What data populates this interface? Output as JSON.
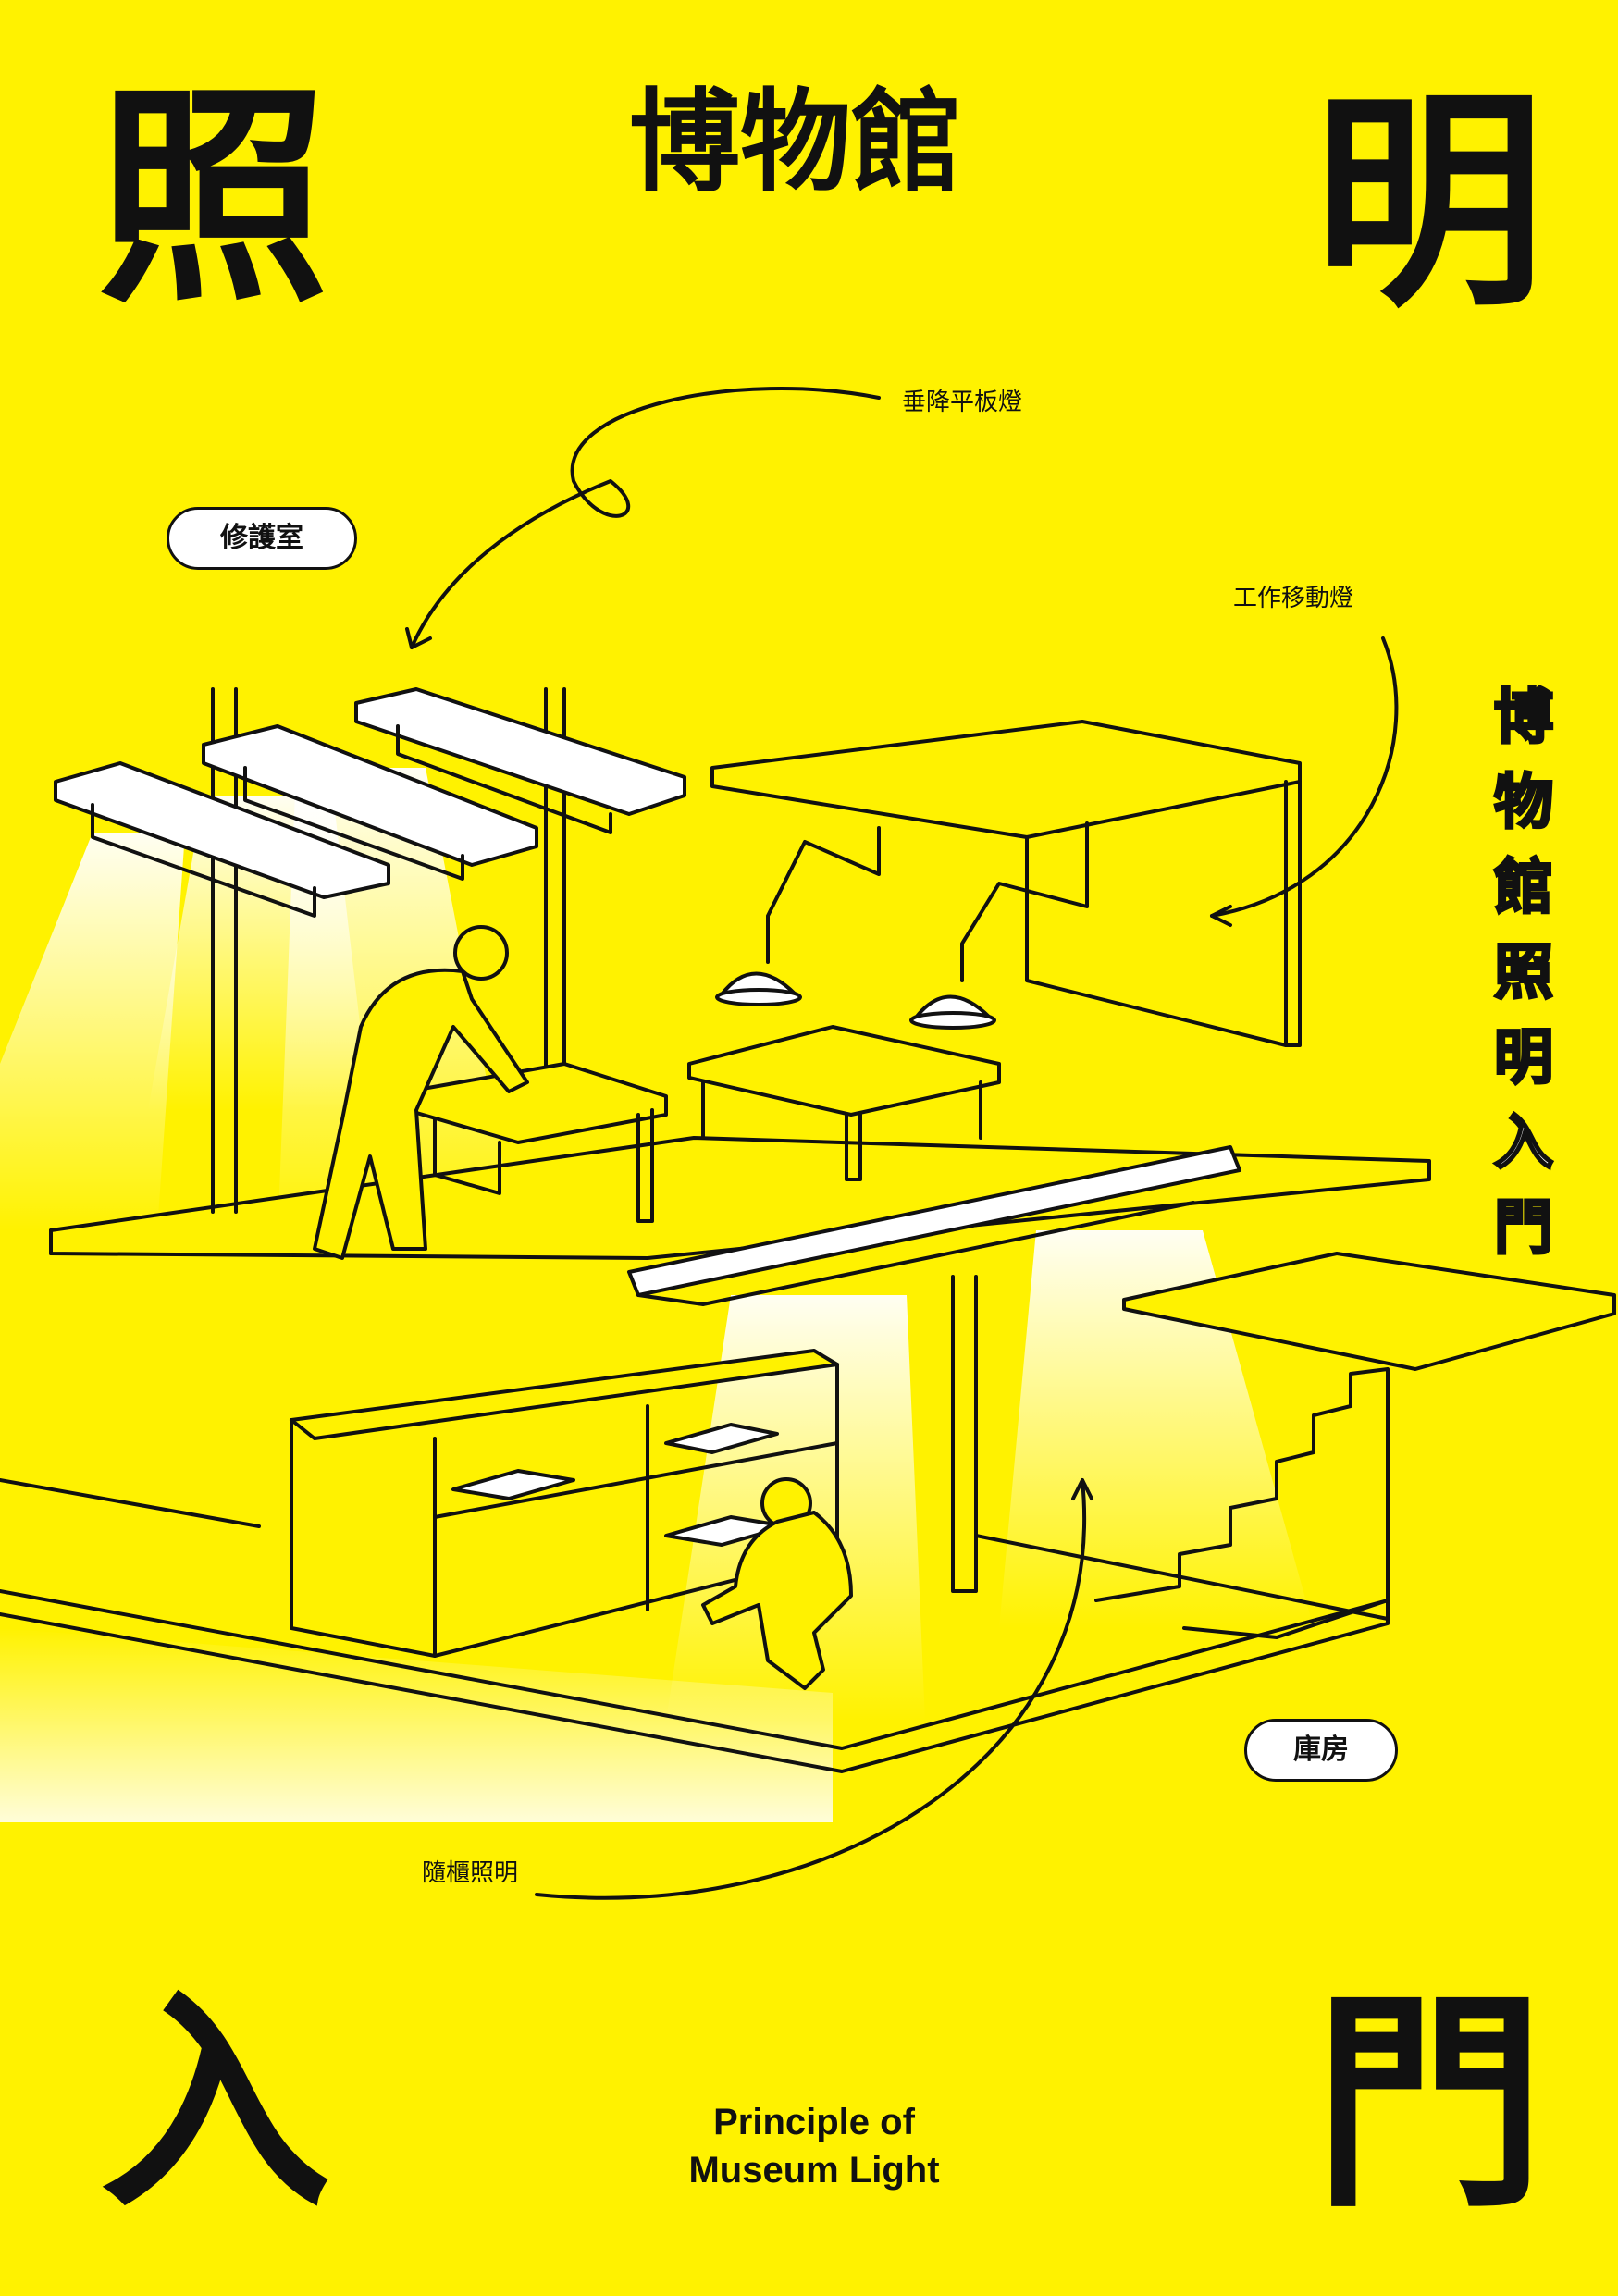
{
  "corners": {
    "top_left": "照",
    "top_right": "明",
    "bottom_left": "入",
    "bottom_right": "門"
  },
  "title": "博物館",
  "vertical_title": [
    "博",
    "物",
    "館",
    "照",
    "明",
    "入",
    "門"
  ],
  "labels": {
    "restoration_room": "修護室",
    "storage": "庫房"
  },
  "annotations": {
    "pendant_panel_light": "垂降平板燈",
    "movable_work_light": "工作移動燈",
    "case_lighting": "隨櫃照明"
  },
  "subtitle": {
    "line1": "Principle of",
    "line2": "Museum Light"
  },
  "colors": {
    "background": "#fff200",
    "ink": "#111111",
    "light": "#ffffff"
  }
}
